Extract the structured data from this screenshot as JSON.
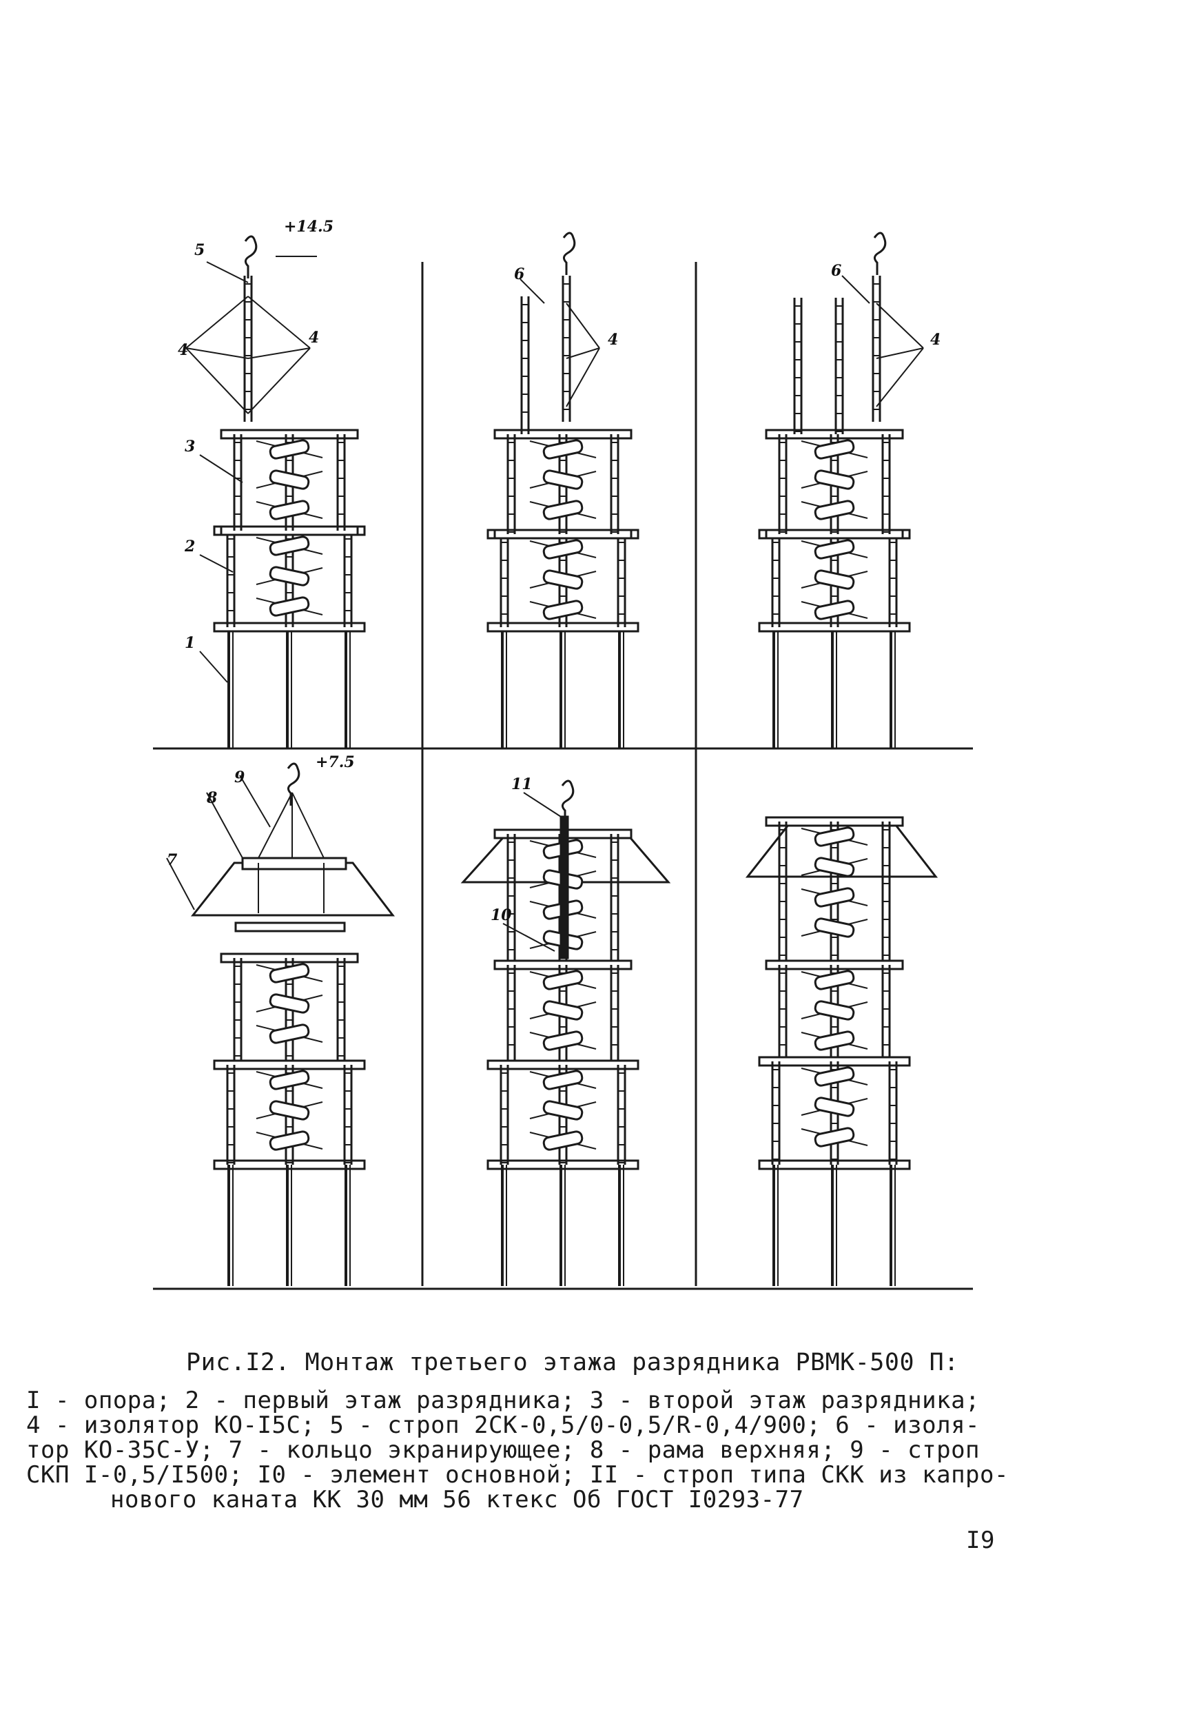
{
  "figure": {
    "callouts": {
      "p1": [
        "5",
        "4",
        "4",
        "3",
        "2",
        "1"
      ],
      "p2": [
        "6",
        "4"
      ],
      "p3": [
        "6",
        "4"
      ],
      "p4": [
        "9",
        "8",
        "7"
      ],
      "p5": [
        "11",
        "10"
      ]
    },
    "elevations": [
      "+14.5",
      "+7.5"
    ]
  },
  "caption": {
    "title": "Рис.I2. Монтаж третьего этажа разрядника РВМК-500 П:",
    "lines": [
      "I - опора; 2 - первый этаж разрядника; 3 - второй этаж разрядника;",
      "4 - изолятор КО-I5С; 5 - строп 2СК-0,5/0-0,5/R-0,4/900; 6 - изоля-",
      "тор КО-35С-У; 7 - кольцо экранирующее; 8 - рама верхняя; 9 - строп",
      "СКП I-0,5/I500; I0 - элемент основной; II - строп типа СКК из капро-",
      "нового каната КК 30 мм 56 ктекс Об ГОСТ I0293-77"
    ]
  },
  "page_number": "I9"
}
